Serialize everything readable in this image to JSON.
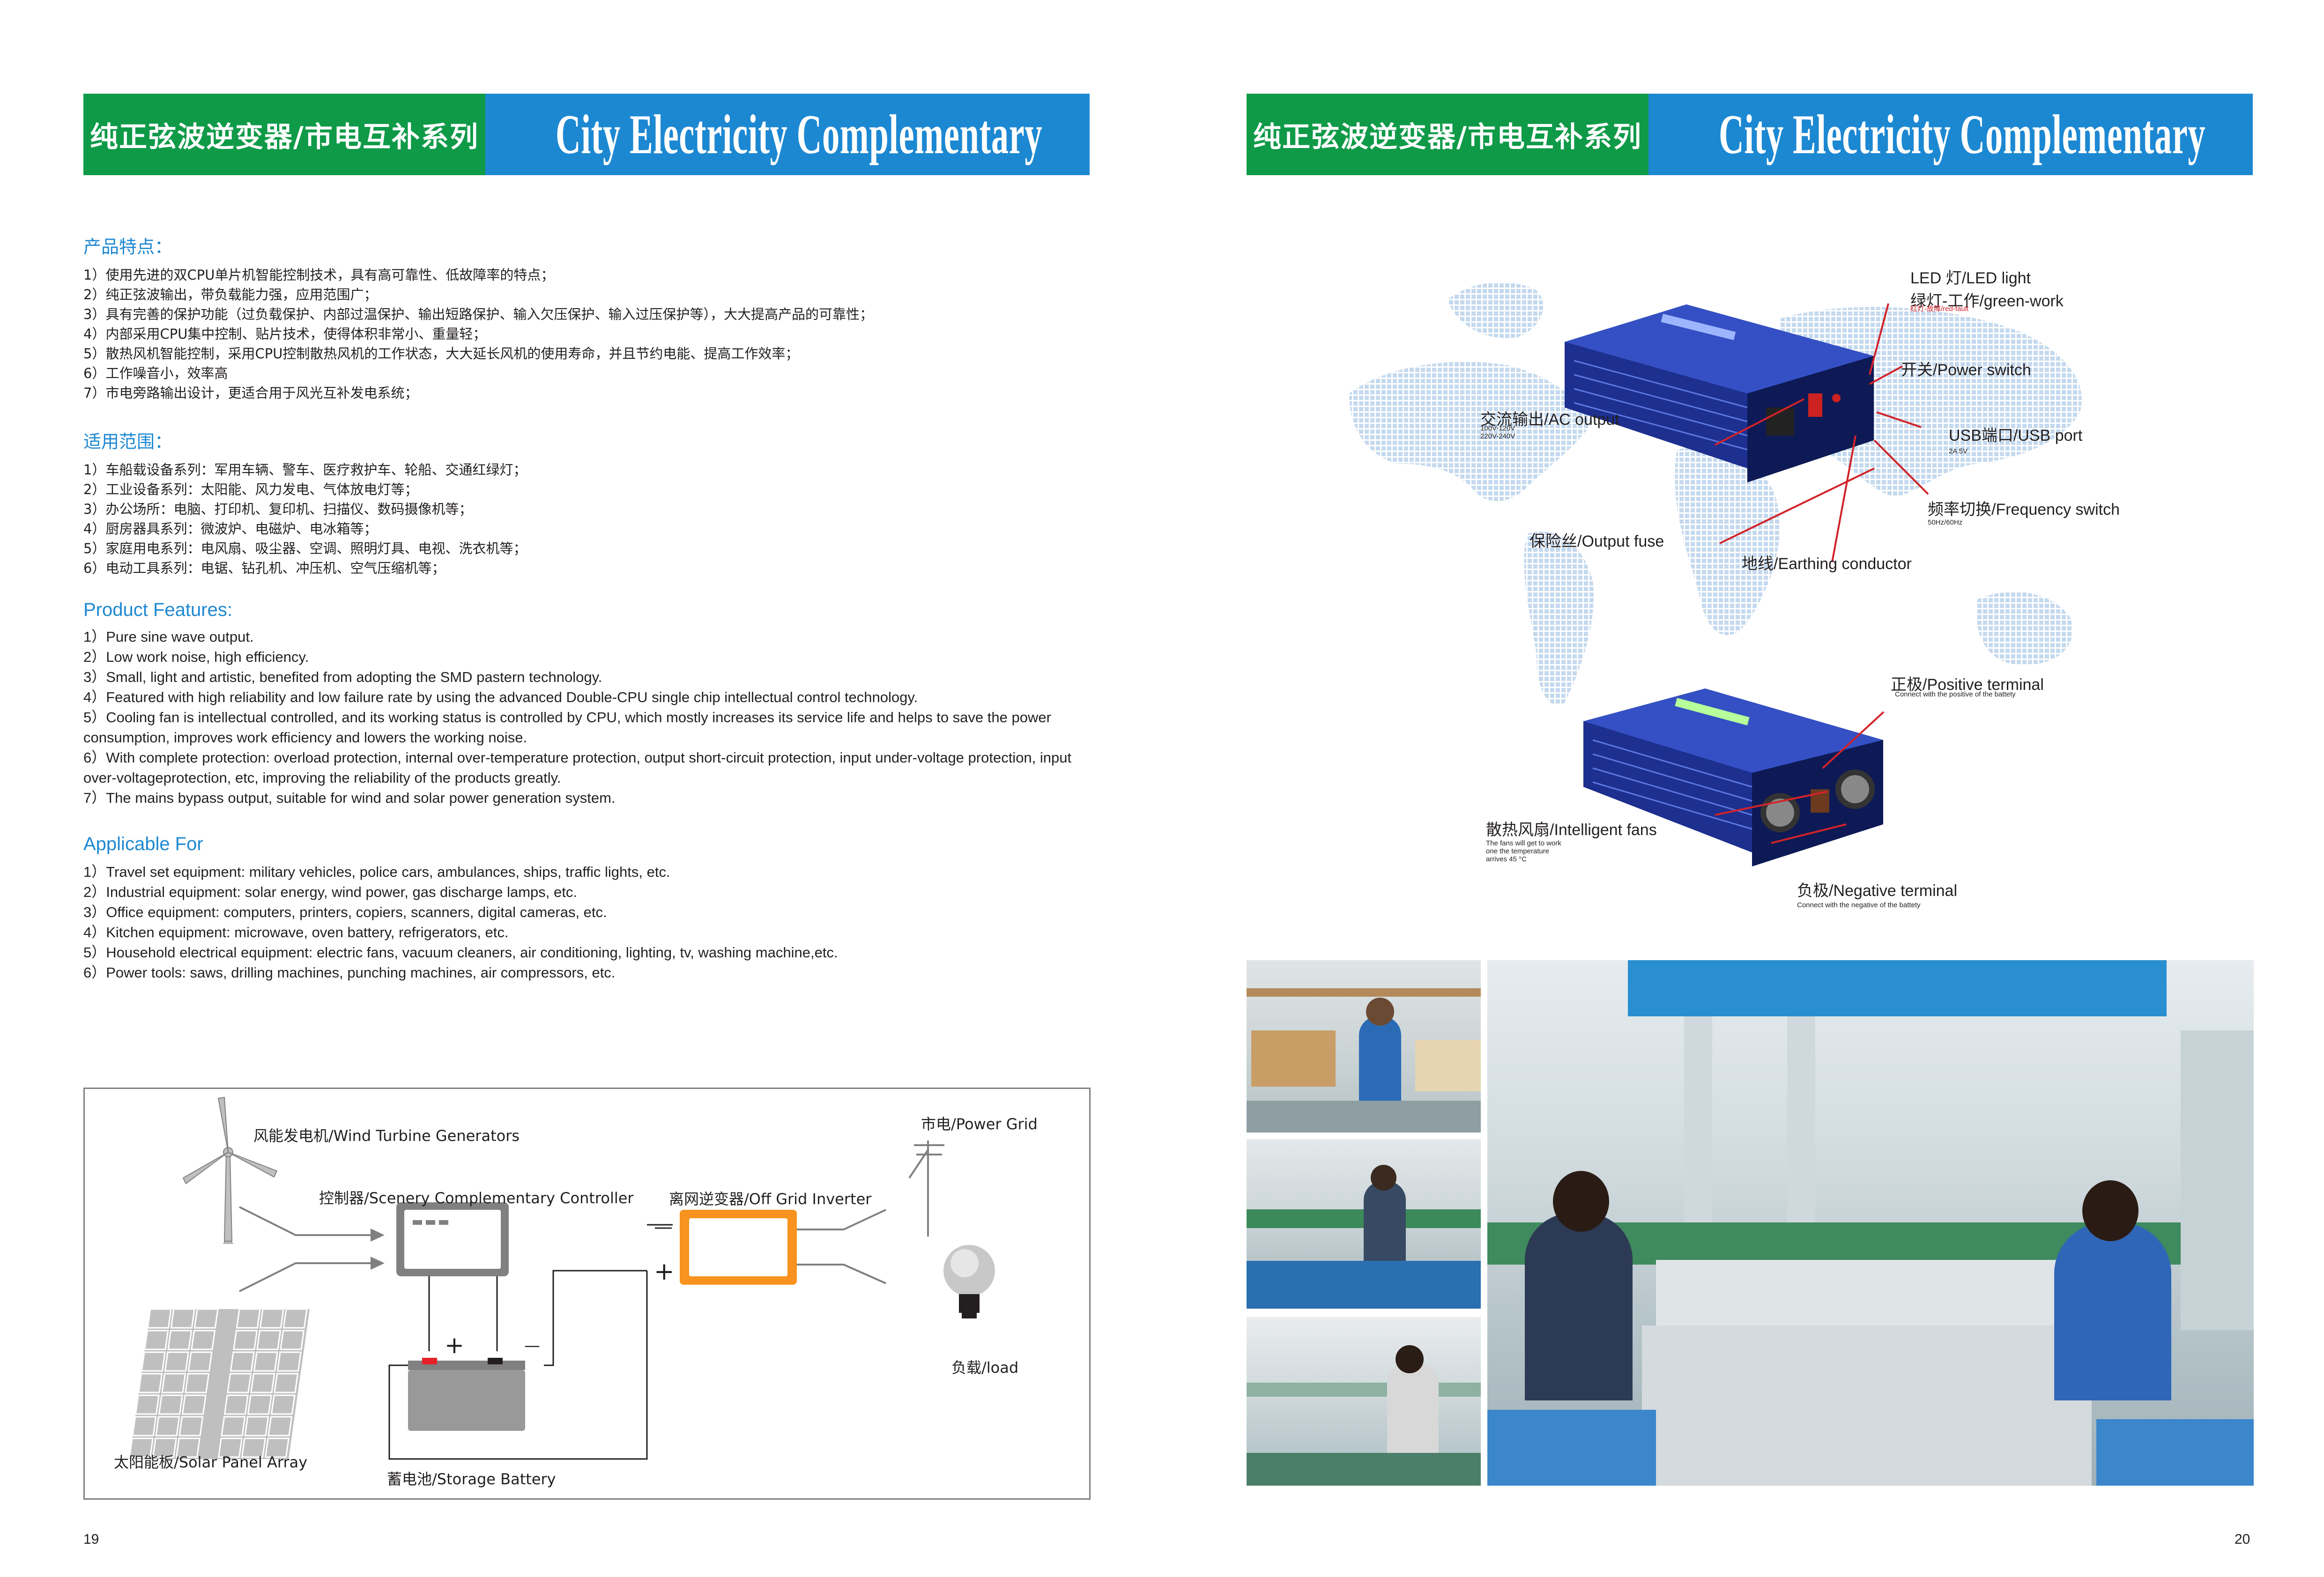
{
  "header": {
    "cn_title": "纯正弦波逆变器/市电互补系列",
    "en_title": "City Electricity Complementary",
    "colors": {
      "green": "#0f9a48",
      "blue": "#1d88d2"
    }
  },
  "left": {
    "features_cn": {
      "title": "产品特点：",
      "items": [
        "1）使用先进的双CPU单片机智能控制技术，具有高可靠性、低故障率的特点；",
        "2）纯正弦波输出，带负载能力强，应用范围广；",
        "3）具有完善的保护功能（过负载保护、内部过温保护、输出短路保护、输入欠压保护、输入过压保护等），大大提高产品的可靠性；",
        "4）内部采用CPU集中控制、贴片技术，使得体积非常小、重量轻；",
        "5）散热风机智能控制，采用CPU控制散热风机的工作状态，大大延长风机的使用寿命，并且节约电能、提高工作效率；",
        "6）工作噪音小，效率高",
        "7）市电旁路输出设计，更适合用于风光互补发电系统；"
      ]
    },
    "apply_cn": {
      "title": "适用范围：",
      "items": [
        "1）车船载设备系列：军用车辆、警车、医疗救护车、轮船、交通红绿灯；",
        "2）工业设备系列：太阳能、风力发电、气体放电灯等；",
        "3）办公场所：电脑、打印机、复印机、扫描仪、数码摄像机等；",
        "4）厨房器具系列：微波炉、电磁炉、电冰箱等；",
        "5）家庭用电系列：电风扇、吸尘器、空调、照明灯具、电视、洗衣机等；",
        "6）电动工具系列：电锯、钻孔机、冲压机、空气压缩机等；"
      ]
    },
    "features_en": {
      "title": "Product Features:",
      "items": [
        "1）Pure sine wave output.",
        "2）Low work noise, high efficiency.",
        "3）Small, light and artistic, benefited from adopting the SMD pastern technology.",
        "4）Featured with high reliability and low failure rate by using the advanced Double-CPU single chip intellectual control technology.",
        "5）Cooling fan is intellectual controlled, and its working status is controlled by CPU, which mostly increases its service life and helps to save the power consumption, improves work efficiency and lowers the working noise.",
        "6）With complete protection: overload protection, internal over-temperature protection, output short-circuit protection, input under-voltage protection, input over-voltageprotection, etc, improving the reliability of the products greatly.",
        "7）The mains bypass output, suitable for wind and solar power generation system."
      ]
    },
    "apply_en": {
      "title": "Applicable For",
      "items": [
        "1）Travel set equipment: military vehicles, police cars, ambulances, ships, traffic lights, etc.",
        "2）Industrial equipment: solar energy, wind power, gas discharge lamps, etc.",
        "3）Office equipment: computers, printers, copiers, scanners, digital cameras, etc.",
        "4）Kitchen equipment: microwave, oven battery, refrigerators, etc.",
        "5）Household electrical equipment: electric fans, vacuum cleaners, air conditioning, lighting, tv, washing machine,etc.",
        "6）Power tools: saws, drilling machines, punching machines, air compressors, etc."
      ]
    },
    "diagram": {
      "wind": "风能发电机/Wind Turbine Generators",
      "controller": "控制器/Scenery Complementary Controller",
      "inverter": "离网逆变器/Off Grid Inverter",
      "grid": "市电/Power Grid",
      "load": "负载/load",
      "solar": "太阳能板/Solar Panel Array",
      "battery": "蓄电池/Storage Battery",
      "plus": "+",
      "minus": "—"
    },
    "page_number": "19"
  },
  "right": {
    "callouts": {
      "led": "LED 灯/LED light",
      "green_work": "绿灯-工作/green-work",
      "red_fault": "红灯-故障/red-fault",
      "switch": "开关/Power switch",
      "ac_output": "交流输出/AC output",
      "ac_v1": "100V-120V",
      "ac_v2": "220V-240V",
      "usb": "USB端口/USB port",
      "usb_spec": "2A 5V",
      "freq": "频率切换/Frequency switch",
      "freq_spec": "50Hz/60Hz",
      "fuse": "保险丝/Output fuse",
      "earth": "地线/Earthing conductor",
      "positive": "正极/Positive terminal",
      "positive_note": "Connect with the positive of the battety",
      "fans": "散热风扇/Intelligent fans",
      "fans_note1": "The fans will get to work",
      "fans_note2": "one the temperature",
      "fans_note3": "arrives 45 °C",
      "negative": "负极/Negative terminal",
      "negative_note": "Connect with the negative of the battety"
    },
    "page_number": "20"
  }
}
